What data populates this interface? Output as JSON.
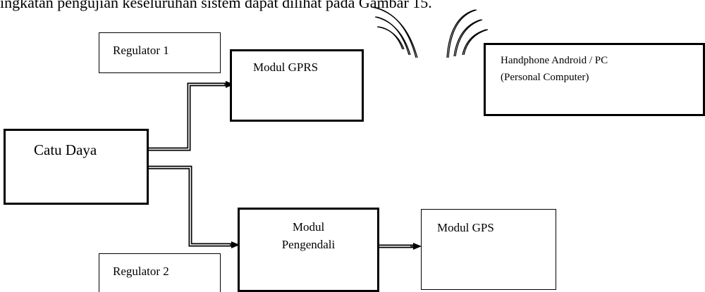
{
  "caption": "ingkatan pengujian keseluruhan sistem dapat dilihat pada Gambar 15.",
  "diagram": {
    "regulator_1": "Regulator 1",
    "regulator_2": "Regulator 2",
    "catu_daya": "Catu Daya",
    "modul_gprs": "Modul GPRS",
    "modul_pengendali_line1": "Modul",
    "modul_pengendali_line2": "Pengendali",
    "modul_gps": "Modul GPS",
    "handphone_line1": "Handphone Android / PC",
    "handphone_line2": "(Personal Computer)"
  }
}
